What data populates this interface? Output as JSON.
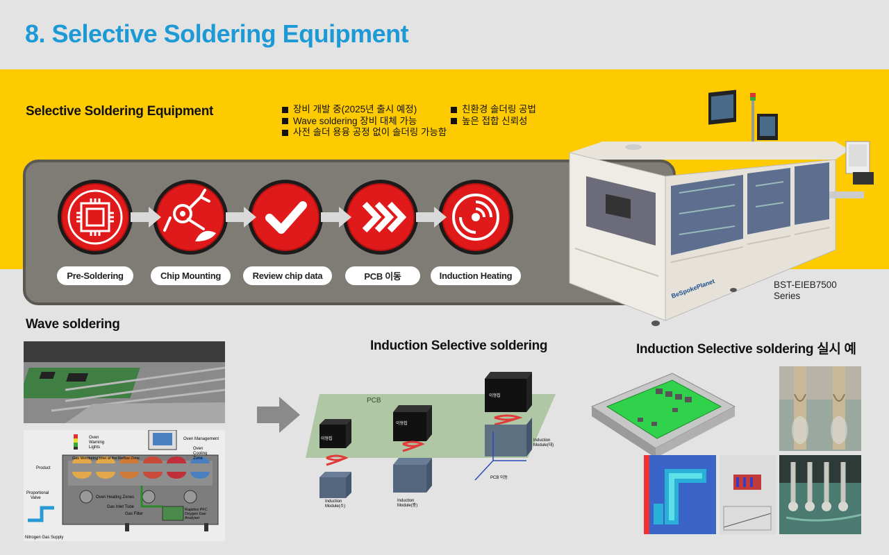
{
  "page_title": "8. Selective Soldering Equipment",
  "section_selective": "Selective Soldering Equipment",
  "features_left": [
    "장비 개발 중(2025년 출시 예정)",
    "Wave soldering 장비 대체 가능",
    "사전 솔더 용융 공정 없이 솔더링 가능함"
  ],
  "features_right": [
    "친환경 솔더링 공법",
    "높은 접합 신뢰성"
  ],
  "process_steps": [
    {
      "label": "Pre-Soldering",
      "icon": "chip-grid-icon"
    },
    {
      "label": "Chip Mounting",
      "icon": "robot-arm-icon"
    },
    {
      "label": "Review chip data",
      "icon": "checkmark-icon"
    },
    {
      "label": "PCB 이동",
      "icon": "chevrons-right-icon"
    },
    {
      "label": "Induction Heating",
      "icon": "heat-disc-icon"
    }
  ],
  "machine": {
    "brand": "BeSpokePlanet",
    "model_line1": "BST-EIEB7500",
    "model_line2": "Series"
  },
  "section_wave": "Wave soldering",
  "wave_diagram": {
    "product": "Product",
    "oven_warning_lights": [
      "Oven",
      "Warning",
      "Lights"
    ],
    "oven_management": "Oven Management",
    "gas_monitoring": "Gas Monitoring Inlet at the Reflow Zone",
    "oven_cooling_zone": [
      "Oven",
      "Cooling",
      "Zone"
    ],
    "proportional_valve": [
      "Proportional",
      "Valve"
    ],
    "oven_heating_zones": "Oven Heating Zones",
    "gas_inlet_tube": "Gas Inlet Tube",
    "gas_filter": "Gas Filter",
    "analyser": [
      "Rapidox PFC",
      "Oxygen Gas",
      "Analyser"
    ],
    "nitrogen_supply": "Nitrogen Gas Supply"
  },
  "section_induction": "Induction Selective soldering",
  "induction_diagram": {
    "pcb": "PCB",
    "chip_label": "이형칩",
    "module_small": [
      "Induction",
      "Module(소)"
    ],
    "module_medium": [
      "Induction",
      "Module(중)"
    ],
    "module_large": [
      "Induction",
      "Module(대)"
    ],
    "pcb_move": "PCB 이동"
  },
  "section_example": "Induction Selective soldering 실시 예",
  "colors": {
    "title_blue": "#1d9ad6",
    "yellow": "#fdcb00",
    "icon_red": "#e01a1a",
    "panel_gray": "#7f7c76"
  }
}
